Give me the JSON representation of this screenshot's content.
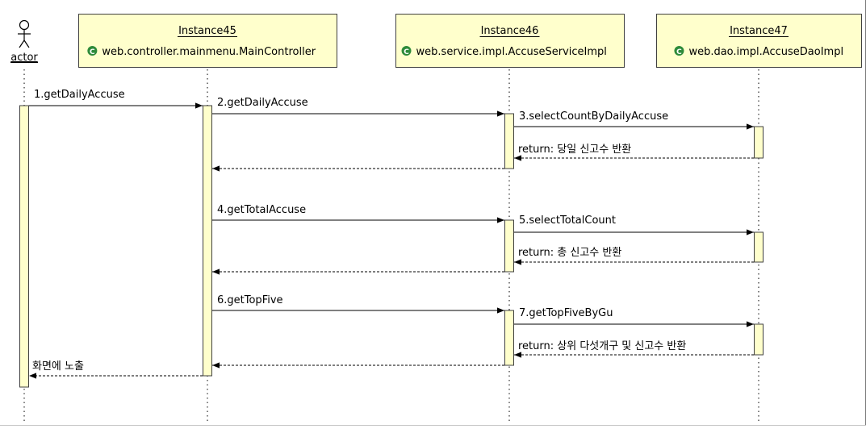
{
  "diagram": {
    "actor": {
      "label": "actor"
    },
    "lifelines": [
      {
        "id": "main",
        "instance": "Instance45",
        "class": "web.controller.mainmenu.MainController"
      },
      {
        "id": "svc",
        "instance": "Instance46",
        "class": "web.service.impl.AccuseServiceImpl"
      },
      {
        "id": "dao",
        "instance": "Instance47",
        "class": "web.dao.impl.AccuseDaoImpl"
      }
    ],
    "class_icon": "C",
    "messages": [
      {
        "label": "1.getDailyAccuse",
        "from": "actor",
        "to": "main",
        "kind": "call"
      },
      {
        "label": "2.getDailyAccuse",
        "from": "main",
        "to": "svc",
        "kind": "call"
      },
      {
        "label": "3.selectCountByDailyAccuse",
        "from": "svc",
        "to": "dao",
        "kind": "call"
      },
      {
        "label": "return: 당일 신고수 반환",
        "from": "dao",
        "to": "svc",
        "kind": "return"
      },
      {
        "label": "",
        "from": "svc",
        "to": "main",
        "kind": "return"
      },
      {
        "label": "4.getTotalAccuse",
        "from": "main",
        "to": "svc",
        "kind": "call"
      },
      {
        "label": "5.selectTotalCount",
        "from": "svc",
        "to": "dao",
        "kind": "call"
      },
      {
        "label": "return: 총 신고수 반환",
        "from": "dao",
        "to": "svc",
        "kind": "return"
      },
      {
        "label": "",
        "from": "svc",
        "to": "main",
        "kind": "return"
      },
      {
        "label": "6.getTopFive",
        "from": "main",
        "to": "svc",
        "kind": "call"
      },
      {
        "label": "7.getTopFiveByGu",
        "from": "svc",
        "to": "dao",
        "kind": "call"
      },
      {
        "label": "return: 상위 다섯개구 및 신고수 반환",
        "from": "dao",
        "to": "svc",
        "kind": "return"
      },
      {
        "label": "",
        "from": "svc",
        "to": "main",
        "kind": "return"
      },
      {
        "label": "화면에 노출",
        "from": "main",
        "to": "actor",
        "kind": "return"
      }
    ],
    "colors": {
      "box_fill": "#ffffcc",
      "box_stroke": "#404040",
      "line": "#000000",
      "icon": "#2e8b3a"
    }
  }
}
